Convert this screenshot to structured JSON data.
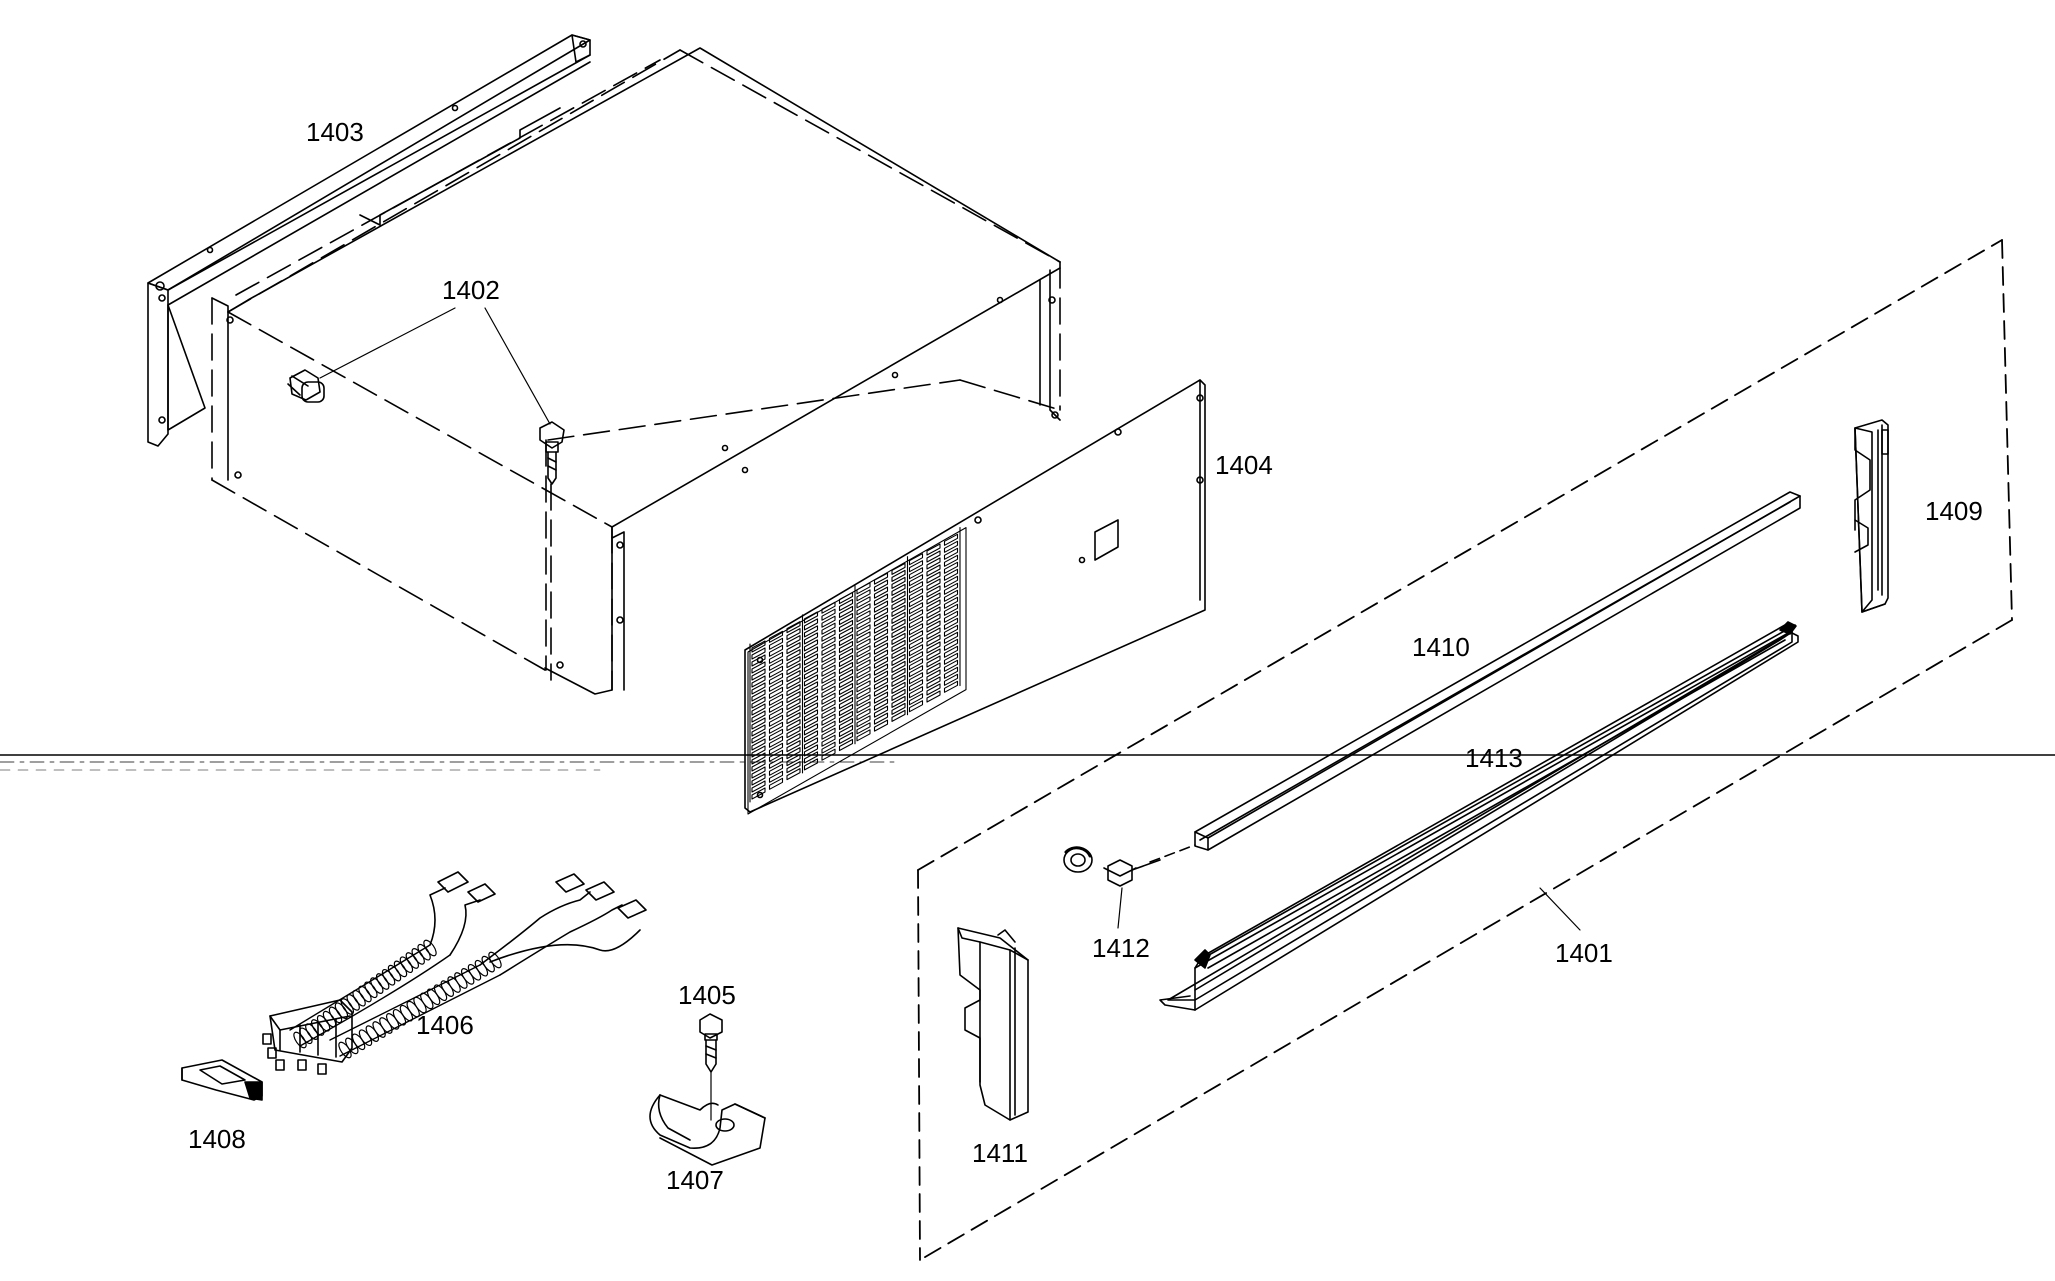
{
  "colors": {
    "ink": "#000000",
    "paper": "#ffffff",
    "grille": "#1a1a1a"
  },
  "callouts": [
    {
      "id": "1403",
      "label": "1403"
    },
    {
      "id": "1402",
      "label": "1402"
    },
    {
      "id": "1404",
      "label": "1404"
    },
    {
      "id": "1409",
      "label": "1409"
    },
    {
      "id": "1410",
      "label": "1410"
    },
    {
      "id": "1413",
      "label": "1413"
    },
    {
      "id": "1412",
      "label": "1412"
    },
    {
      "id": "1401",
      "label": "1401"
    },
    {
      "id": "1405",
      "label": "1405"
    },
    {
      "id": "1406",
      "label": "1406"
    },
    {
      "id": "1408",
      "label": "1408"
    },
    {
      "id": "1407",
      "label": "1407"
    },
    {
      "id": "1411",
      "label": "1411"
    }
  ]
}
